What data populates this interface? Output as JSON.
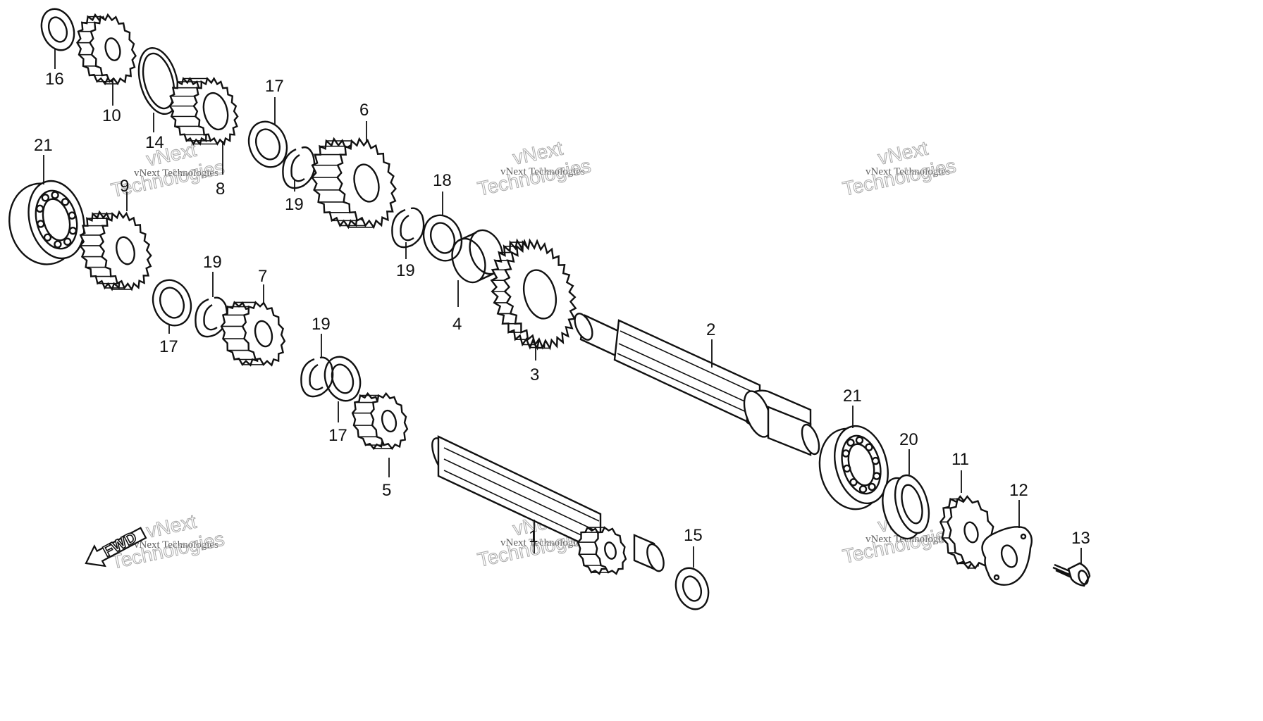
{
  "diagram": {
    "direction_label": "FWD",
    "watermark": {
      "line1": "vNext Technologies",
      "line2": "vNext",
      "line3": "Technologies"
    },
    "callouts": {
      "c16": "16",
      "c10": "10",
      "c14": "14",
      "c8": "8",
      "c17a": "17",
      "c19a": "19",
      "c6": "6",
      "c18": "18",
      "c19b": "19",
      "c4": "4",
      "c21a": "21",
      "c9": "9",
      "c17b": "17",
      "c19c": "19",
      "c7": "7",
      "c19d": "19",
      "c17c": "17",
      "c3": "3",
      "c2": "2",
      "c5": "5",
      "c1": "1",
      "c15": "15",
      "c21b": "21",
      "c20": "20",
      "c11": "11",
      "c12": "12",
      "c13": "13"
    }
  }
}
